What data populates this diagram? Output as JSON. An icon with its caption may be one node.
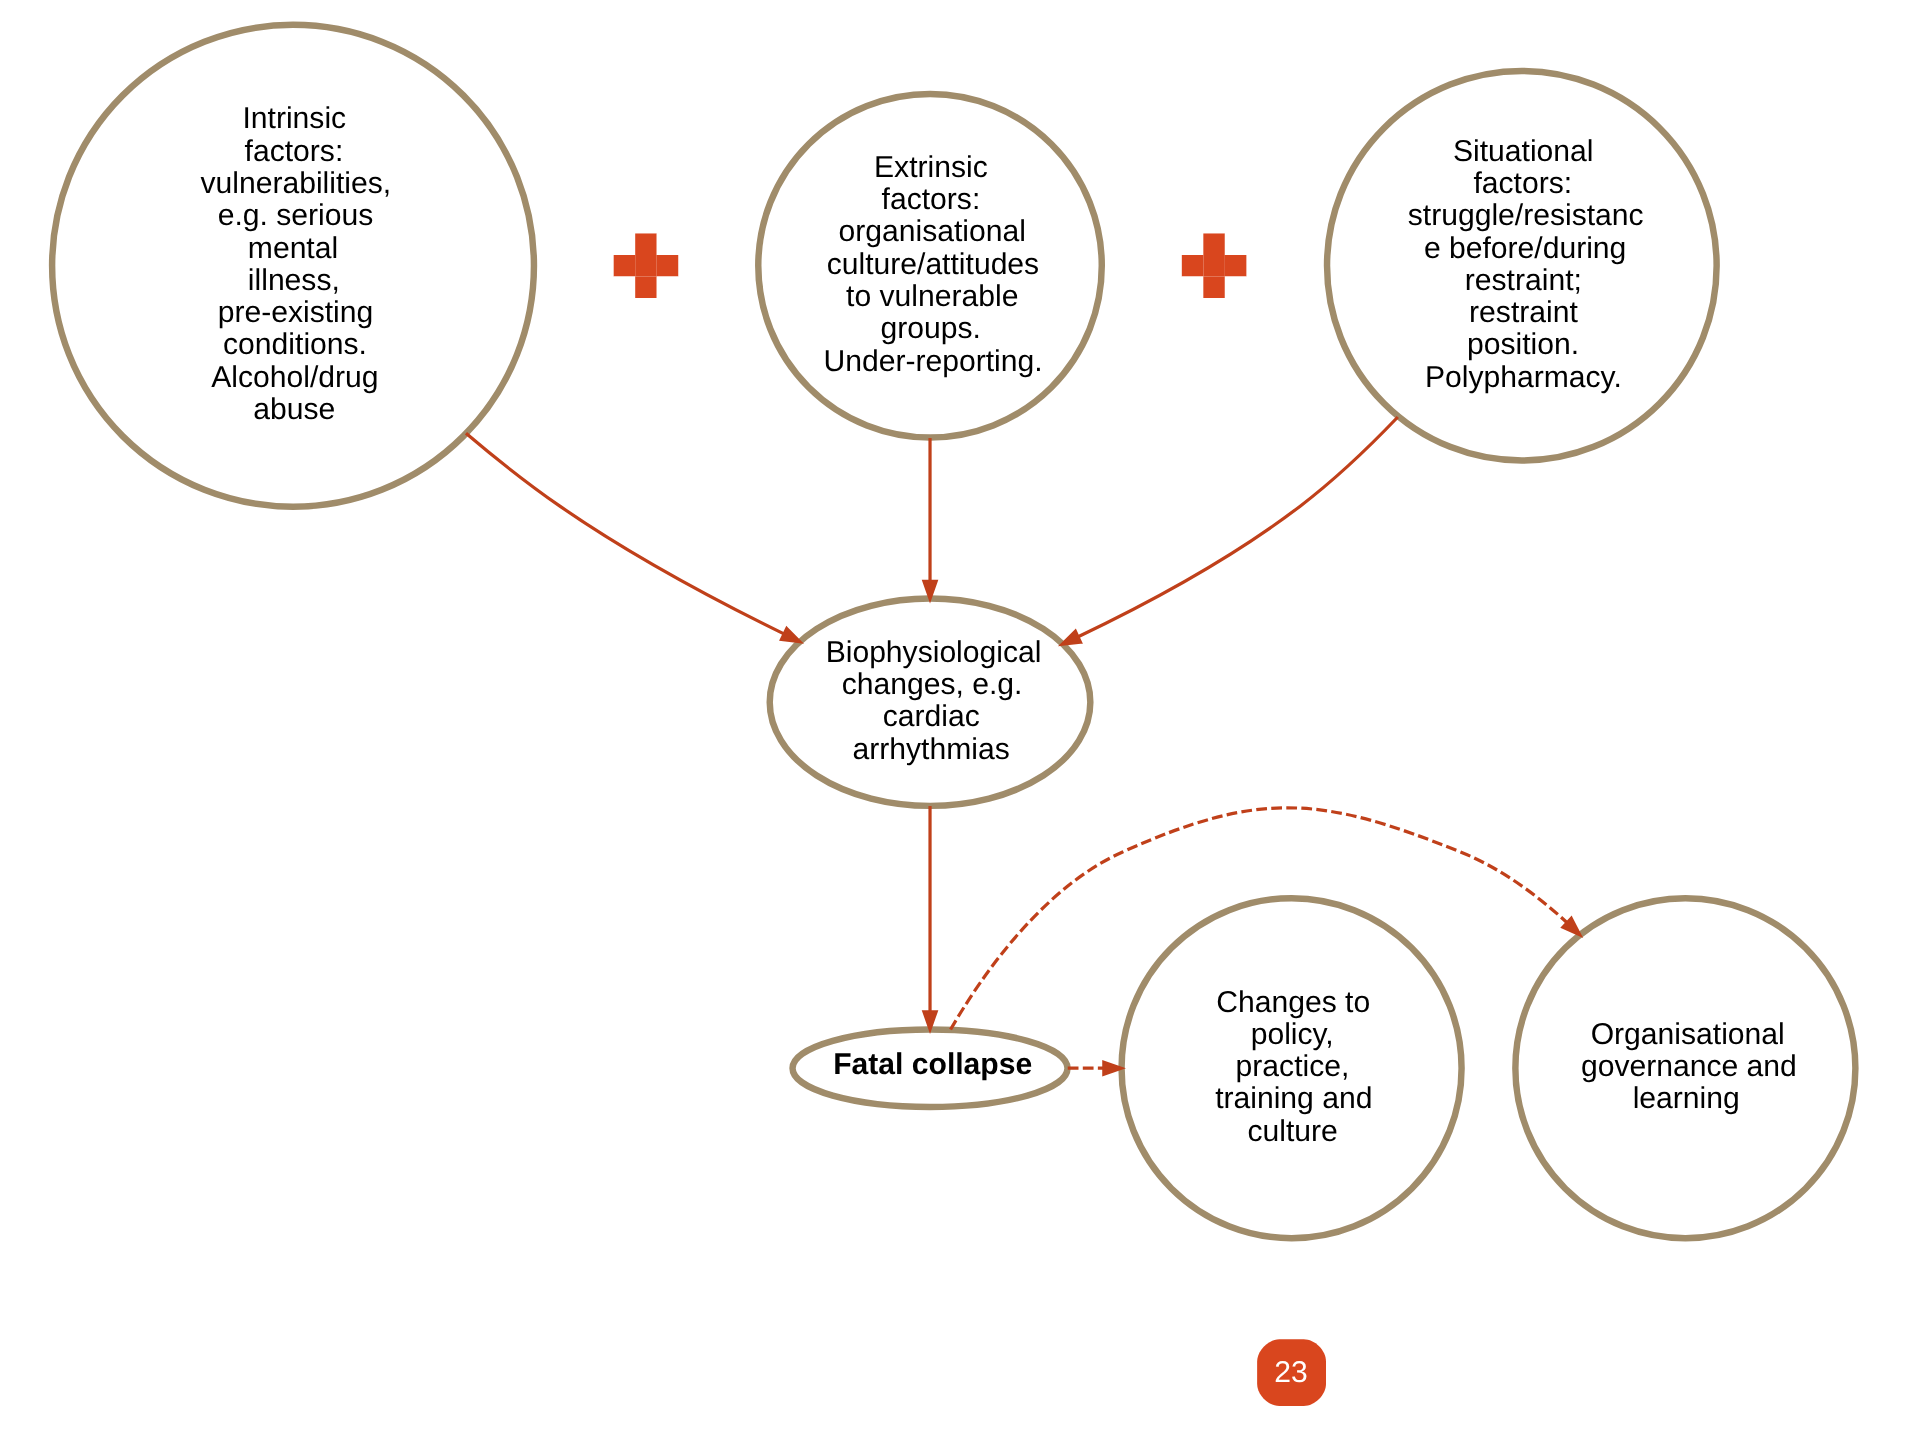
{
  "diagram": {
    "nodes": [
      {
        "text": [
          "Intrinsic factors: vulnerabilities, e.g. serious mental illness, pre-existing conditions. Alcohol/drug abuse"
        ]
      },
      {
        "text": [],
        "shape": "cross"
      },
      {
        "text": [
          "Extrinsic factors: organisational culture/attitudes to vulnerable groups. Under-reporting."
        ]
      },
      {
        "text": [],
        "shape": "cross"
      },
      {
        "text": [
          "Situational factors: struggle/resistanc e before/during restraint; restraint position. Polypharmacy."
        ]
      },
      {
        "text": [
          "Biophysiological changes, e.g. cardiac arrhythmias"
        ]
      },
      {
        "text": [
          "Changes to policy, practice, training and culture"
        ]
      },
      {
        "text": [
          "**Fatal collapse**"
        ]
      },
      {
        "text": [
          "Organisational governance and learning"
        ]
      }
    ],
    "edges": [
      {
        "from": 0,
        "to": 5,
        "arrow": "to"
      },
      {
        "from": 2,
        "to": 5,
        "arrow": "to"
      },
      {
        "from": 4,
        "to": 5,
        "arrow": "to"
      },
      {
        "from": 5,
        "to": 7,
        "arrow": "to"
      },
      {
        "from": 7,
        "to": 6,
        "arrow": "to",
        "style": "dashed"
      },
      {
        "from": 7,
        "to": 8,
        "arrow": "to",
        "style": "dashed"
      }
    ],
    "labels": [
      "23"
    ]
  }
}
